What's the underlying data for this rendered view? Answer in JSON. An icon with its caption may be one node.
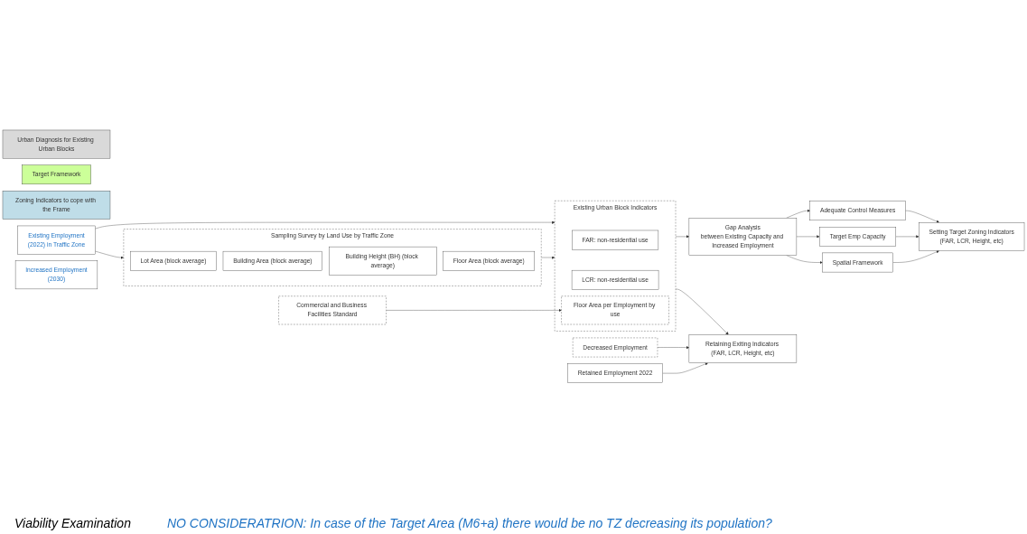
{
  "diagram": {
    "nodes": [
      {
        "text": [
          "Urban Diagnosis for Existing Urban Blocks"
        ]
      },
      {
        "text": [
          "Target Framework"
        ]
      },
      {
        "text": [
          "Zoning Indicators to cope with the Frame"
        ]
      },
      {
        "text": [
          "Existing Employment",
          "(2022) in Traffic Zone"
        ]
      },
      {
        "text": [
          "Sampling Survey by Land Use by Traffic Zone"
        ]
      },
      {
        "text": [
          "Lot Area (block average)"
        ],
        "in": 4
      },
      {
        "text": [
          "Building Area (block average)"
        ],
        "in": 4
      },
      {
        "text": [
          "Building Height (BH) (block average)"
        ],
        "in": 4
      },
      {
        "text": [
          "Floor Area (block average)"
        ],
        "in": 4
      },
      {
        "text": [
          "Existing Urban Block Indicators"
        ]
      },
      {
        "text": [
          "FAR: non-residential use"
        ],
        "in": 9
      },
      {
        "text": [
          "LCR: non-residential use"
        ],
        "in": 9
      },
      {
        "text": [
          "Floor Area per Employment by use"
        ],
        "in": 9
      },
      {
        "text": [
          "Commercial and Business Facilities Standard"
        ]
      },
      {
        "text": [
          "Increased Employment",
          "(2030)"
        ]
      },
      {
        "text": [
          "Retained Employment 2022"
        ]
      },
      {
        "text": [
          "Decreased Employment"
        ]
      },
      {
        "text": [
          "Gap Analysis",
          "between Existing Capacity and Increased Employment"
        ]
      },
      {
        "text": [
          "Spatial Framework"
        ]
      },
      {
        "text": [
          "Target Emp Capacity"
        ]
      },
      {
        "text": [
          "Adequate Control Measures"
        ]
      },
      {
        "text": [
          "Setting Target Zoning Indicators",
          "(FAR, LCR, Height, etc)"
        ]
      },
      {
        "text": [
          "Retaining Exiting Indicators (FAR, LCR, Height, etc)"
        ]
      }
    ],
    "edges": [
      {
        "from": 3,
        "to": 4,
        "arrow": "to"
      },
      {
        "from": 4,
        "to": 9,
        "arrow": "to"
      },
      {
        "from": 3,
        "to": 9,
        "arrow": "to"
      },
      {
        "from": 13,
        "to": 12,
        "arrow": "to"
      },
      {
        "from": 9,
        "to": 17,
        "arrow": "to"
      },
      {
        "from": 9,
        "to": 22,
        "arrow": "to"
      },
      {
        "from": 15,
        "to": 22,
        "arrow": "to"
      },
      {
        "from": 16,
        "to": 22,
        "arrow": "to"
      },
      {
        "from": 17,
        "to": 18,
        "arrow": "to"
      },
      {
        "from": 17,
        "to": 19,
        "arrow": "to"
      },
      {
        "from": 17,
        "to": 20,
        "arrow": "to"
      },
      {
        "from": 18,
        "to": 21,
        "arrow": "to"
      },
      {
        "from": 19,
        "to": 21,
        "arrow": "to"
      },
      {
        "from": 20,
        "to": 21,
        "arrow": "to"
      }
    ],
    "labels": [
      "Viability Examination",
      "NO CONSIDERATRION: In case of the Target Area (M6+a) there would be no TZ decreasing its population?"
    ]
  }
}
